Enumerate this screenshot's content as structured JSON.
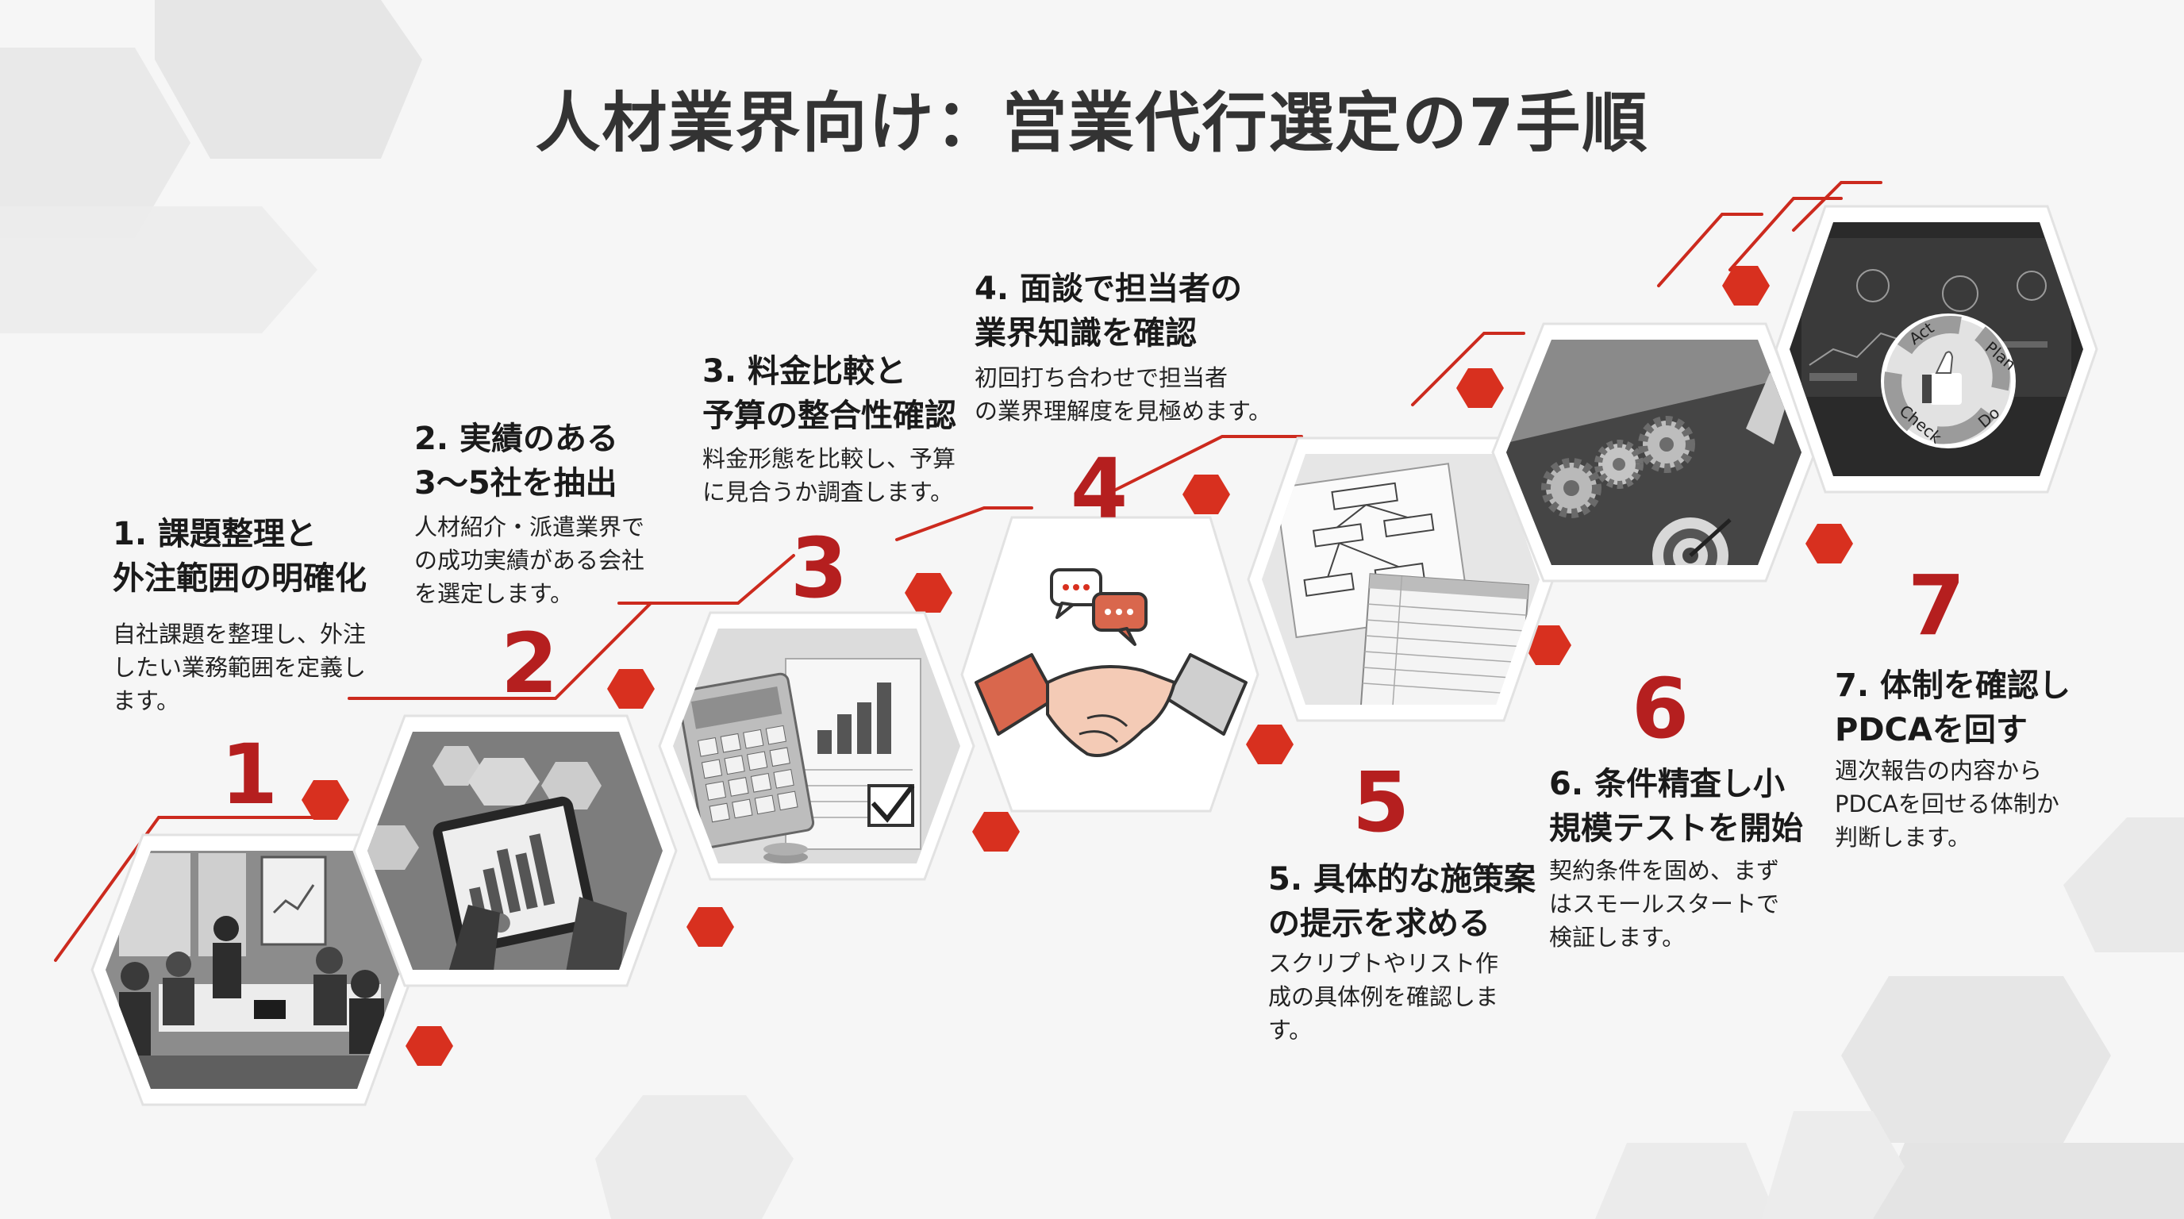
{
  "title": "人材業界向け：営業代行選定の7手順",
  "colors": {
    "accent": "#d8301f",
    "number": "#b51f1f",
    "text": "#1e1e1e",
    "background": "#f6f6f6"
  },
  "steps": [
    {
      "number": "1",
      "heading": "1. 課題整理と\n外注範囲の明確化",
      "description": "自社課題を整理し、外注\nしたい業務範囲を定義し\nます。",
      "icon": "meeting-room-image"
    },
    {
      "number": "2",
      "heading": "2. 実績のある\n3〜5社を抽出",
      "description": "人材紹介・派遣業界で\nの成功実績がある会社\nを選定します。",
      "icon": "tablet-chart-image"
    },
    {
      "number": "3",
      "heading": "3. 料金比較と\n予算の整合性確認",
      "description": "料金形態を比較し、予算\nに見合うか調査します。",
      "icon": "calculator-image"
    },
    {
      "number": "4",
      "heading": "4. 面談で担当者の\n業界知識を確認",
      "description": "初回打ち合わせで担当者\nの業界理解度を見極めます。",
      "icon": "handshake-icon"
    },
    {
      "number": "5",
      "heading": "5. 具体的な施策案\nの提示を求める",
      "description": "スクリプトやリスト作\n成の具体例を確認しま\nす。",
      "icon": "flowchart-notebook-image"
    },
    {
      "number": "6",
      "heading": "6. 条件精査し小\n規模テストを開始",
      "description": "契約条件を固め、まず\nはスモールスタートで\n検証します。",
      "icon": "gears-target-image"
    },
    {
      "number": "7",
      "heading": "7. 体制を確認し\nPDCAを回す",
      "description": "週次報告の内容から\nPDCAを回せる体制か\n判断します。",
      "icon": "pdca-cycle-image"
    }
  ],
  "images": {
    "meeting_flip": "",
    "pdca": {
      "labels": [
        "Act",
        "Plan",
        "Check",
        "Do"
      ]
    }
  }
}
